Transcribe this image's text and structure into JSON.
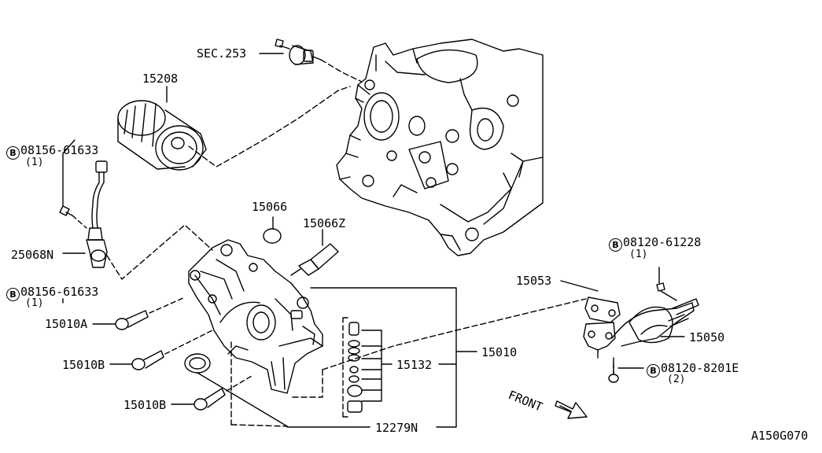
{
  "labels": {
    "sec253": "SEC.253",
    "p15208": "15208",
    "bolt_a": "08156-61633",
    "bolt_a_qty": "(1)",
    "bolt_b": "08156-61633",
    "bolt_b_qty": "(1)",
    "p25068n": "25068N",
    "p15066": "15066",
    "p15066z": "15066Z",
    "p15010a": "15010A",
    "p15010b_1": "15010B",
    "p15010b_2": "15010B",
    "p15132": "15132",
    "p15010": "15010",
    "p12279n": "12279N",
    "p15053": "15053",
    "bolt_c": "08120-61228",
    "bolt_c_qty": "(1)",
    "p15050": "15050",
    "bolt_d": "08120-8201E",
    "bolt_d_qty": "(2)",
    "front": "FRONT",
    "diagram_id": "A150G070"
  },
  "bolt_marker": "B"
}
